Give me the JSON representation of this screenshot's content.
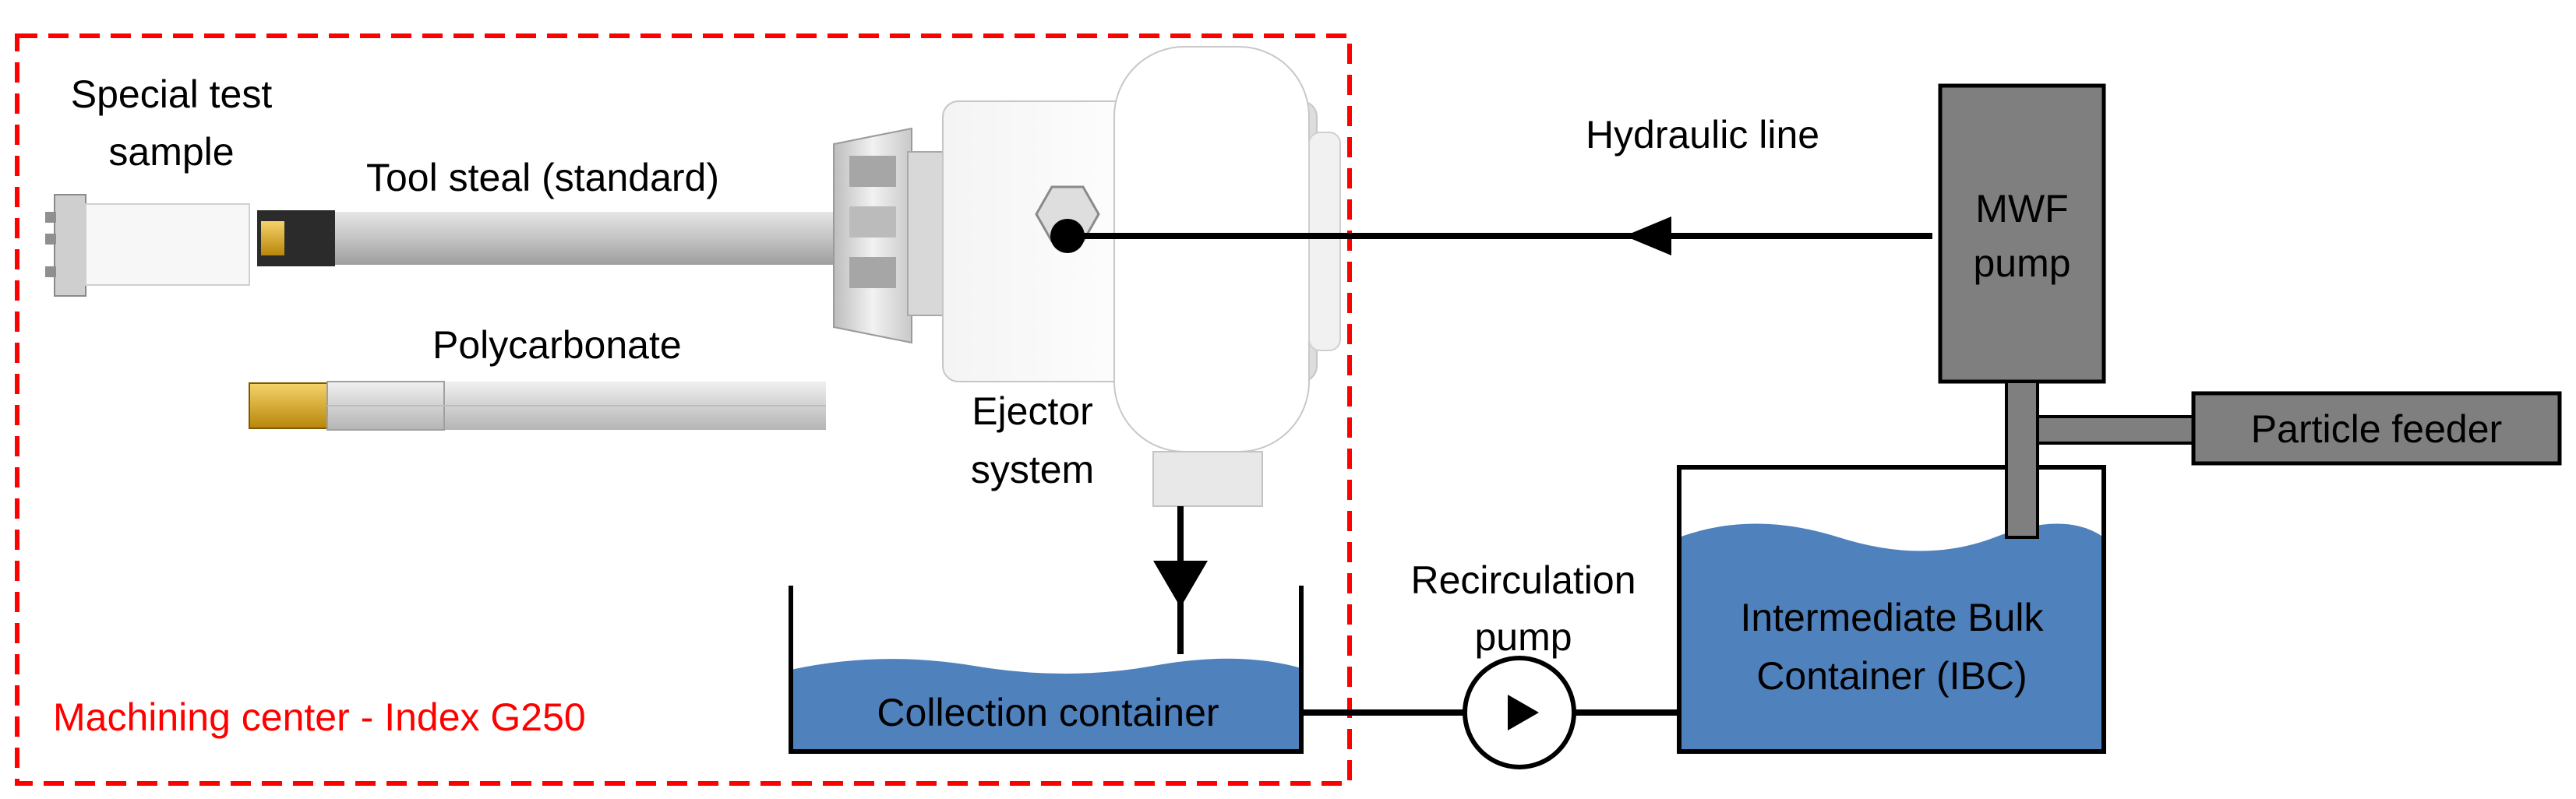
{
  "labels": {
    "special_sample_line1": "Special test",
    "special_sample_line2": "sample",
    "tool_steel": "Tool steal (standard)",
    "polycarbonate": "Polycarbonate",
    "ejector_line1": "Ejector",
    "ejector_line2": "system",
    "hydraulic_line": "Hydraulic line",
    "mwf_pump_line1": "MWF",
    "mwf_pump_line2": "pump",
    "particle_feeder": "Particle feeder",
    "recirculation_line1": "Recirculation",
    "recirculation_line2": "pump",
    "ibc_line1": "Intermediate Bulk",
    "ibc_line2": "Container (IBC)",
    "collection_container": "Collection container",
    "machining_center": "Machining center - Index G250"
  },
  "colors": {
    "machining_border": "#ff0000",
    "water": "#4f81bd",
    "pump_box": "#7f7f7f",
    "line": "#000000",
    "tool_gray": "#bfbfbf"
  }
}
